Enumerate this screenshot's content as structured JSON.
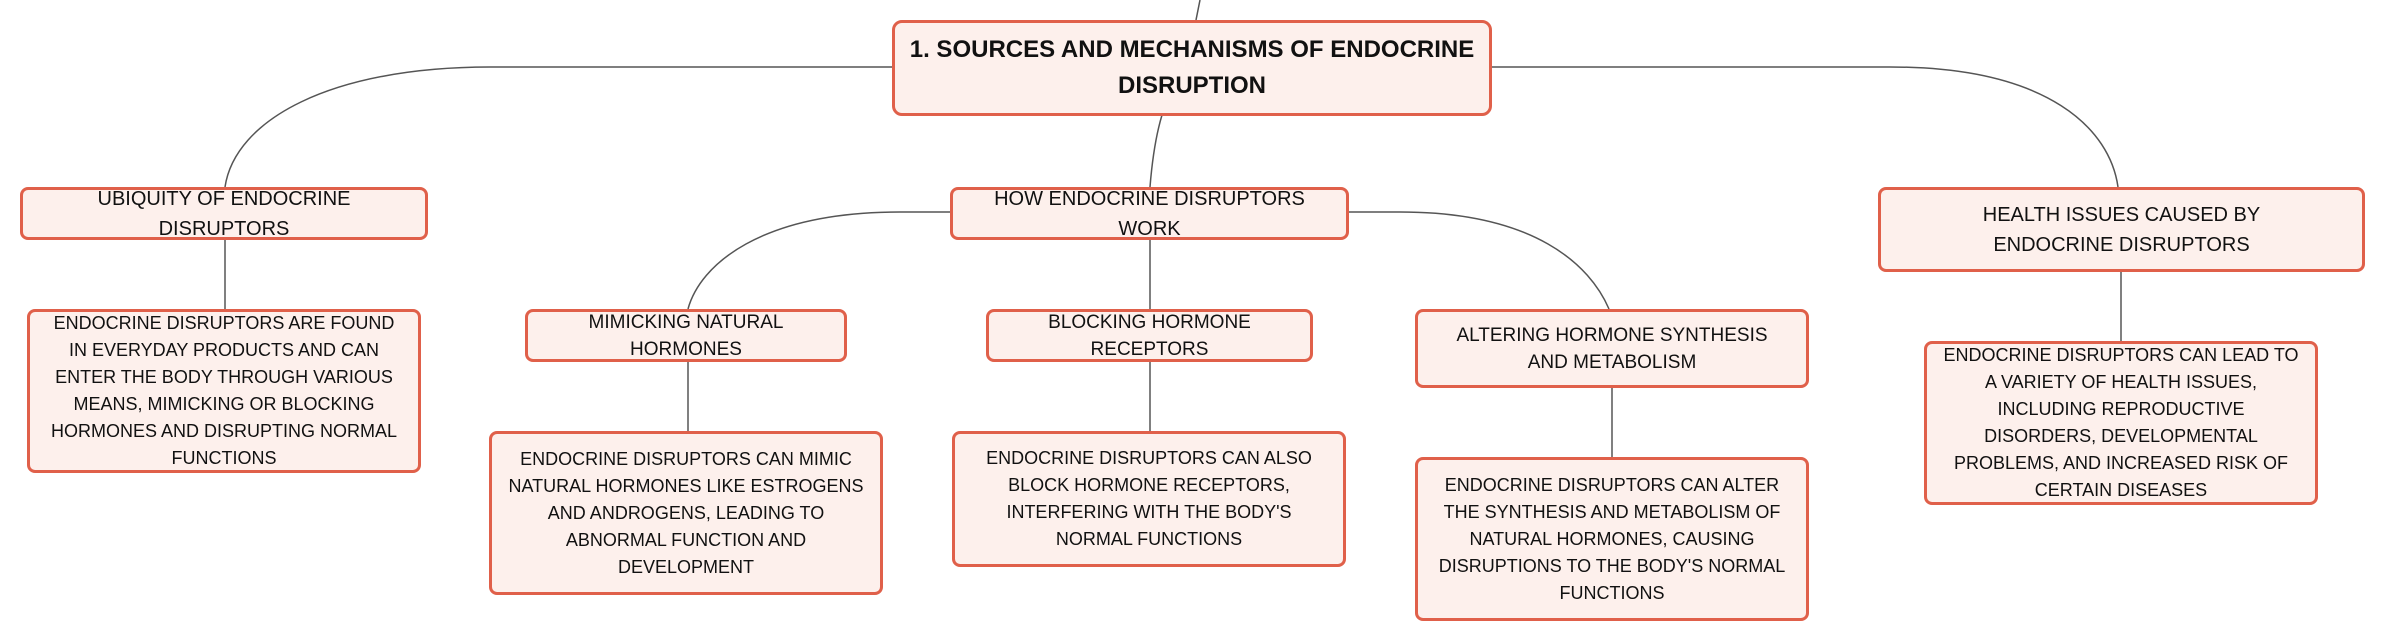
{
  "diagram": {
    "root": {
      "label": "1. SOURCES AND MECHANISMS OF ENDOCRINE DISRUPTION"
    },
    "branches": [
      {
        "label": "UBIQUITY OF ENDOCRINE DISRUPTORS",
        "detail": "ENDOCRINE DISRUPTORS ARE FOUND IN EVERYDAY PRODUCTS AND CAN ENTER THE BODY THROUGH VARIOUS MEANS, MIMICKING OR BLOCKING HORMONES AND DISRUPTING NORMAL FUNCTIONS"
      },
      {
        "label": "HOW ENDOCRINE DISRUPTORS WORK",
        "children": [
          {
            "label": "MIMICKING NATURAL HORMONES",
            "detail": "ENDOCRINE DISRUPTORS CAN MIMIC NATURAL HORMONES LIKE ESTROGENS AND ANDROGENS, LEADING TO ABNORMAL FUNCTION AND DEVELOPMENT"
          },
          {
            "label": "BLOCKING HORMONE RECEPTORS",
            "detail": "ENDOCRINE DISRUPTORS CAN ALSO BLOCK HORMONE RECEPTORS, INTERFERING WITH THE BODY'S NORMAL FUNCTIONS"
          },
          {
            "label": "ALTERING HORMONE SYNTHESIS AND METABOLISM",
            "detail": "ENDOCRINE DISRUPTORS CAN ALTER THE SYNTHESIS AND METABOLISM OF NATURAL HORMONES, CAUSING DISRUPTIONS TO THE BODY'S NORMAL FUNCTIONS"
          }
        ]
      },
      {
        "label": "HEALTH ISSUES CAUSED BY ENDOCRINE DISRUPTORS",
        "detail": "ENDOCRINE DISRUPTORS CAN LEAD TO A VARIETY OF HEALTH ISSUES, INCLUDING REPRODUCTIVE DISORDERS, DEVELOPMENTAL PROBLEMS, AND INCREASED RISK OF CERTAIN DISEASES"
      }
    ],
    "colors": {
      "node_fill": "#fdf0ec",
      "node_border": "#e0604a",
      "connector": "#555555",
      "text": "#111111"
    }
  }
}
